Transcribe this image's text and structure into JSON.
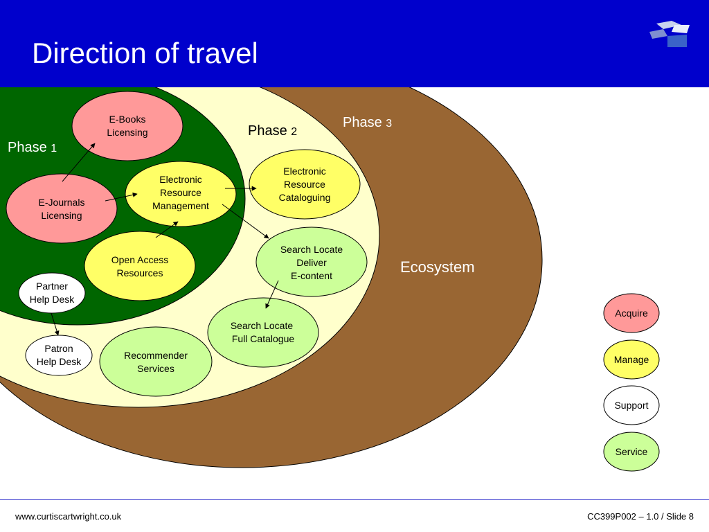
{
  "title": "Direction of travel",
  "footer": {
    "website": "www.curtiscartwright.co.uk",
    "slide_ref": "CC399P002 – 1.0  / Slide 8"
  },
  "colors": {
    "header": "#0000cc",
    "phase1_area": "#006600",
    "phase2_area": "#ffffcc",
    "phase3_area": "#996633",
    "acquire": "#ff9999",
    "manage": "#ffff66",
    "support": "#ffffff",
    "service": "#ccff99"
  },
  "phases": {
    "phase1": {
      "label": "Phase",
      "number": "1"
    },
    "phase2": {
      "label": "Phase",
      "number": "2"
    },
    "phase3": {
      "label": "Phase",
      "number": "3"
    },
    "ecosystem": "Ecosystem"
  },
  "nodes": {
    "ebooks": {
      "line1": "E-Books",
      "line2": "Licensing"
    },
    "ejournals": {
      "line1": "E-Journals",
      "line2": "Licensing"
    },
    "erm": {
      "line1": "Electronic",
      "line2": "Resource",
      "line3": "Management"
    },
    "openaccess": {
      "line1": "Open Access",
      "line2": "Resources"
    },
    "partner": {
      "line1": "Partner",
      "line2": "Help Desk"
    },
    "patron": {
      "line1": "Patron",
      "line2": "Help Desk"
    },
    "recommender": {
      "line1": "Recommender",
      "line2": "Services"
    },
    "erc": {
      "line1": "Electronic",
      "line2": "Resource",
      "line3": "Cataloguing"
    },
    "sld": {
      "line1": "Search Locate",
      "line2": "Deliver",
      "line3": "E-content"
    },
    "slfc": {
      "line1": "Search Locate",
      "line2": "Full Catalogue"
    }
  },
  "legend": {
    "acquire": "Acquire",
    "manage": "Manage",
    "support": "Support",
    "service": "Service"
  }
}
